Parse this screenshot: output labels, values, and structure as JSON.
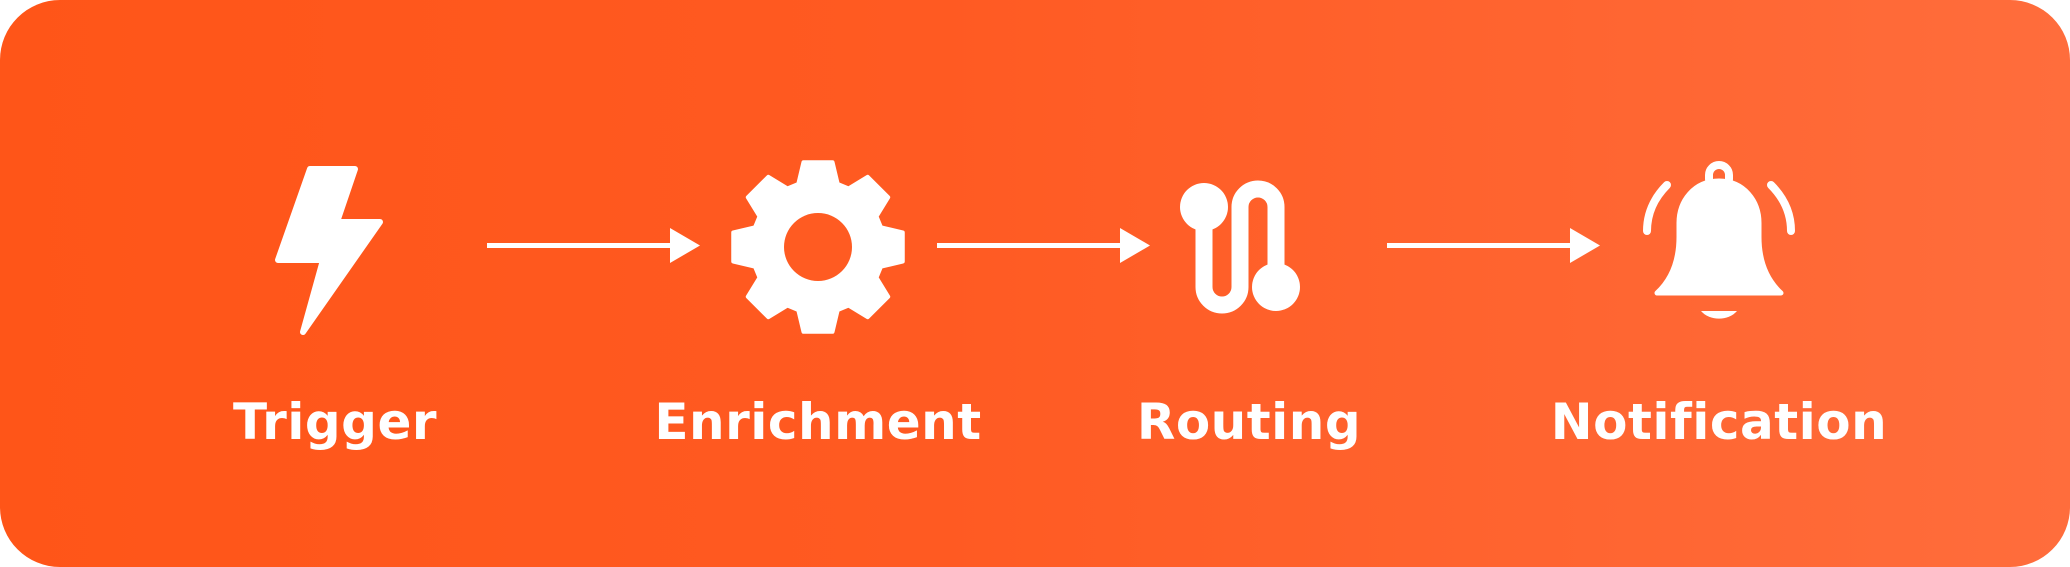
{
  "colors": {
    "background_start": "#ff5518",
    "background_end": "#ff6d3c",
    "foreground": "#ffffff"
  },
  "steps": [
    {
      "label": "Trigger",
      "icon": "lightning-bolt-icon"
    },
    {
      "label": "Enrichment",
      "icon": "gear-icon"
    },
    {
      "label": "Routing",
      "icon": "route-icon"
    },
    {
      "label": "Notification",
      "icon": "bell-icon"
    }
  ]
}
